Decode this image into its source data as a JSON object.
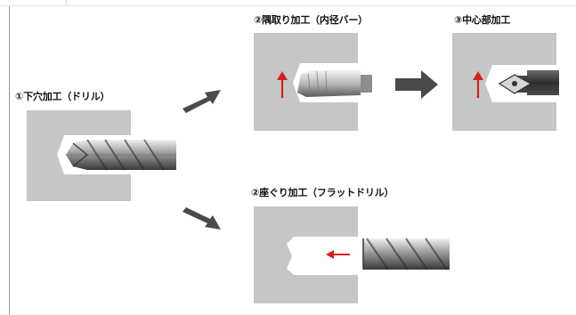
{
  "steps": {
    "drill": {
      "label": "①下穴加工（ドリル）"
    },
    "corner": {
      "label": "②隅取り加工（内径バー）"
    },
    "center": {
      "label": "③中心部加工"
    },
    "counterbore": {
      "label": "②座ぐり加工（フラットドリル）"
    }
  },
  "colors": {
    "block": "#c6c6c6",
    "arrow": "#4a4a4a",
    "direction_arrow": "#d42020",
    "tool": "#8c8c8c"
  }
}
